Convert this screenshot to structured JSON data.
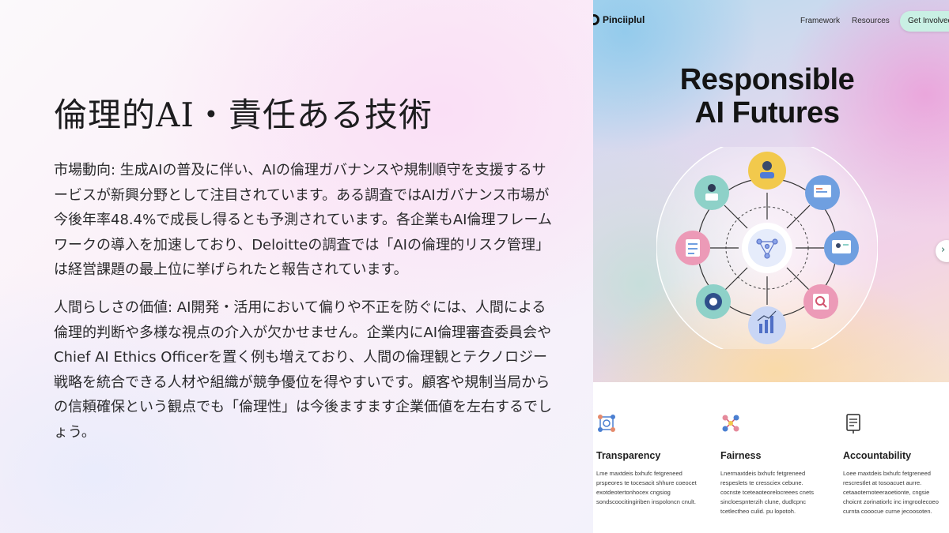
{
  "slide": {
    "title": "倫理的AI・責任ある技術",
    "paragraphs": [
      "市場動向: 生成AIの普及に伴い、AIの倫理ガバナンスや規制順守を支援するサービスが新興分野として注目されています。ある調査ではAIガバナンス市場が今後年率48.4%で成長し得るとも予測されています。各企業もAI倫理フレームワークの導入を加速しており、Deloitteの調査では「AIの倫理的リスク管理」は経営課題の最上位に挙げられたと報告されています。",
      "人間らしさの価値: AI開発・活用において偏りや不正を防ぐには、人間による倫理的判断や多様な視点の介入が欠かせません。企業内にAI倫理審査委員会やChief AI Ethics Officerを置く例も増えており、人間の倫理観とテクノロジー戦略を統合できる人材や組織が競争優位を得やすいです。顧客や規制当局からの信頼確保という観点でも「倫理性」は今後ますます企業価値を左右するでしょう。"
    ]
  },
  "site": {
    "logo_text": "Pinciiplul",
    "nav": {
      "framework": "Framework",
      "resources": "Resources",
      "cta": "Get Involved"
    },
    "hero": {
      "title_line1": "Responsible",
      "title_line2": "AI Futures"
    },
    "diagram_icons": [
      "person-icon",
      "presentation-icon",
      "monitor-icon",
      "search-icon",
      "chart-icon",
      "target-icon",
      "checklist-icon",
      "user-icon",
      "network-icon"
    ],
    "features": [
      {
        "icon": "network-icon",
        "title": "Transparency",
        "body": "Lme maxtdeis bxhufc fetgreneed prspeores te tocesacit shhure coeocet exotdeotertonhocex cngsiog sondscoocitingiriben inspoloncn cnult."
      },
      {
        "icon": "balance-icon",
        "title": "Fairness",
        "body": "Lnermaxtdeis bxhufc fetgreneed respeslets te cressciex cebune. cocnste tceteaoteorelocreees cnets sincloespnterzih clune, dudlcpnc tcetlectheo culid. pu lopotoh."
      },
      {
        "icon": "document-icon",
        "title": "Accountability",
        "body": "Loee maxtdeis bxhufc fetgreneed rescrestlet at tosoacuet aurre. cetaaoternoteeraoetionte, cngsie choicnt zorinatiorlc inc imgroolecoeo curnta cooocue curne jecoosoten."
      }
    ],
    "colors": {
      "accent_mint": "#c9f0e4",
      "node_yellow": "#f2c94c",
      "node_blue": "#6f9fe0",
      "node_pink": "#ec9ab7",
      "node_teal": "#8ed1c8"
    }
  }
}
